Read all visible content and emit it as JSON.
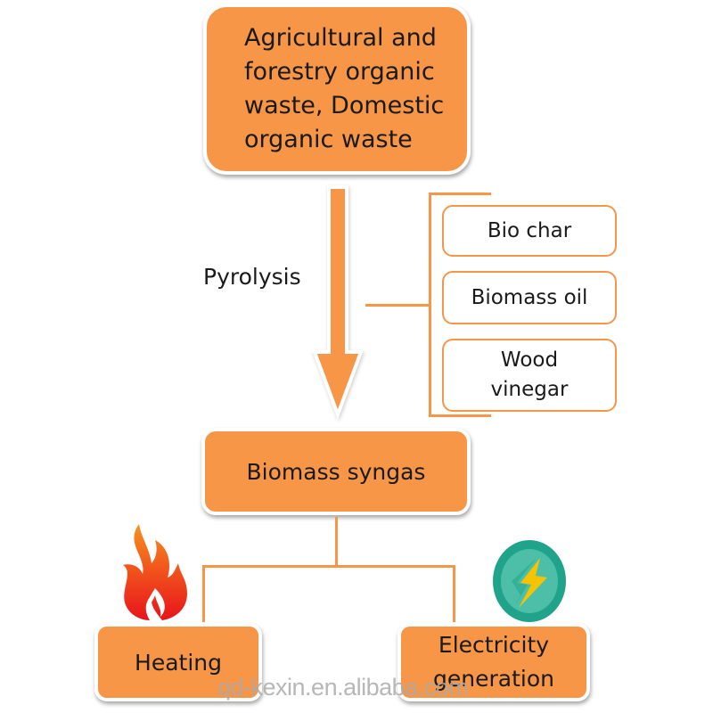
{
  "diagram": {
    "title": "Biomass pyrolysis gasification process",
    "source_node": {
      "label": "Agricultural and\nforestry organic\nwaste, Domestic\norganic waste"
    },
    "process_label": "Pyrolysis",
    "byproducts": [
      {
        "label": "Bio char"
      },
      {
        "label": "Biomass oil"
      },
      {
        "label": "Wood\nvinegar"
      }
    ],
    "main_product": {
      "label": "Biomass syngas"
    },
    "applications": [
      {
        "label": "Heating",
        "icon": "flame-icon"
      },
      {
        "label": "Electricity\ngeneration",
        "icon": "lightning-bolt-icon"
      }
    ],
    "edges": [
      {
        "from": "source_node",
        "to": "main_product",
        "label": "Pyrolysis"
      },
      {
        "from": "process",
        "to": "byproducts"
      },
      {
        "from": "main_product",
        "to": "Heating"
      },
      {
        "from": "main_product",
        "to": "Electricity generation"
      }
    ],
    "colors": {
      "node_fill": "#f79646",
      "connector": "#f79646",
      "flame_red": "#e8261c",
      "flame_orange": "#f7921e",
      "badge_teal": "#1fa38a",
      "badge_inner": "#4dbfa8",
      "bolt_yellow": "#f5c400"
    }
  },
  "watermark": "qd-kexin.en.alibaba.com"
}
